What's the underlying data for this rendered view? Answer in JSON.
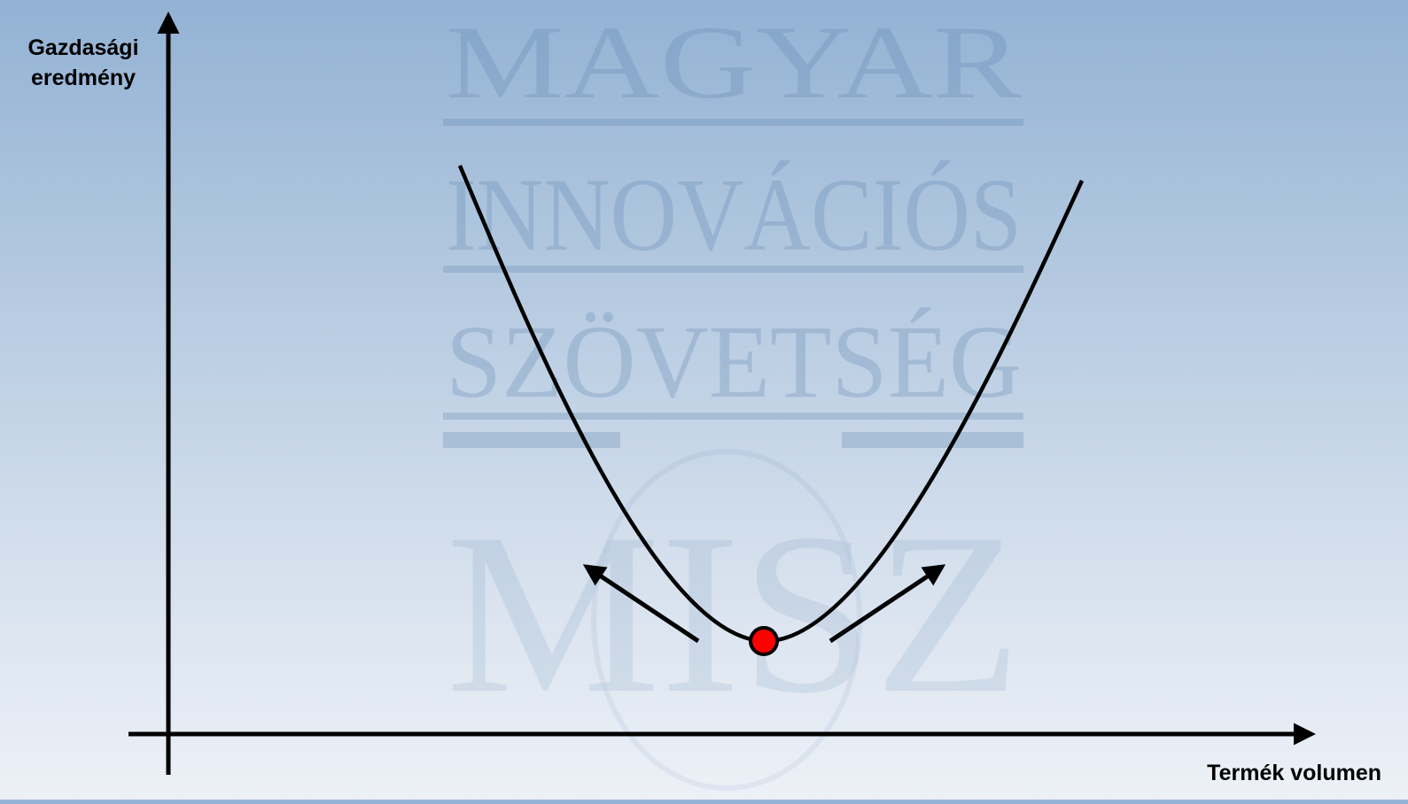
{
  "diagram": {
    "y_axis_label": "Gazdasági eredmény",
    "x_axis_label": "Termék volumen"
  },
  "watermark": {
    "line1": "MAGYAR",
    "line2": "INNOVÁCIÓS",
    "line3": "SZÖVETSÉG",
    "monogram": "MISZ"
  },
  "colors": {
    "background_top": "#93b2d4",
    "background_bottom": "#edf1f7",
    "lines": "#000000",
    "point": "#ff0000",
    "watermark": "#5f85b0"
  },
  "elements": {
    "curve": "u-shaped-curve",
    "point": "minimum-point",
    "arrows": [
      "left-up-arrow",
      "right-up-arrow"
    ]
  }
}
